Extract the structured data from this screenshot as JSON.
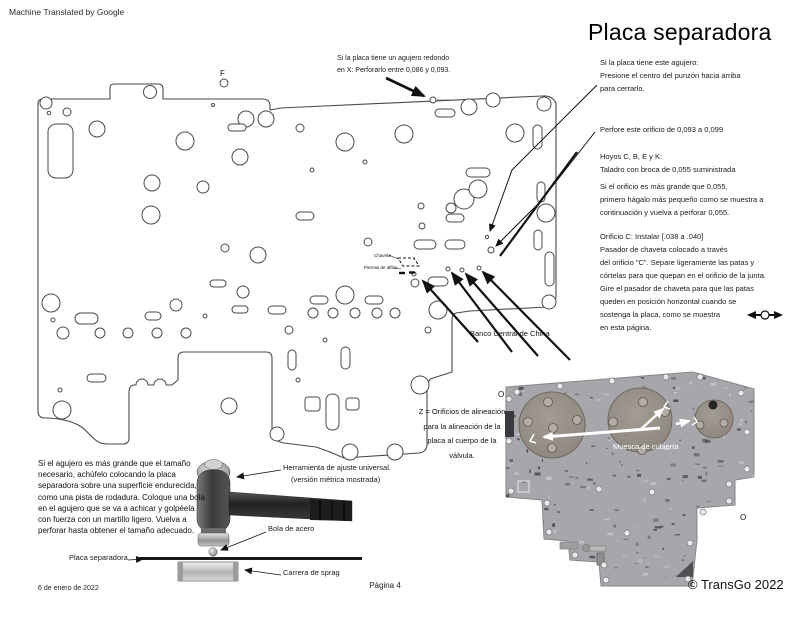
{
  "header": {
    "note": "Machine Translated by Google"
  },
  "title": "Placa separadora",
  "plate": {
    "label_f": "F",
    "annotation_x": [
      "Si la placa tiene un agujero redondo",
      "en X: Perforarlo entre 0,086 y 0,093."
    ],
    "chaveta_label": "Chaveta",
    "piernas_label": "Piernas de alfiler",
    "banco_label": "Banco Central de China"
  },
  "notes": {
    "hole": [
      "Si la placa tiene este agujero:",
      "Presione el centro del punzón hacia arriba",
      "para cerrarlo."
    ],
    "drill": "Perfore este orificio de 0,093 a 0,099",
    "cbek": [
      "Hoyos C, B, E y K:",
      "Taladro con broca de 0,055 suministrada",
      "Si el orificio es más grande que 0,055,",
      "primero hágalo más pequeño como se muestra a",
      "continuación y vuelva a perforar 0,055."
    ],
    "orifice_c": [
      "Orificio C: Instalar [.038 a .040]",
      "Pasador de chaveta colocado a través",
      "del orificio \"C\". Separe ligeramente las patas y",
      "córtelas para que quepan en el orificio de la junta.",
      "Gire el pasador de chaveta para que las patas",
      "queden en posición horizontal cuando se",
      "sostenga la placa, como se muestra",
      "en esta página."
    ]
  },
  "alignment_note": [
    "Z = Orificios de alineación",
    "para la alineación de la",
    "placa al cuerpo de la",
    "válvula."
  ],
  "resize_note": [
    "Si el agujero es más grande que el tamaño",
    "necesario, achúfelo colocando la placa",
    "separadora sobre una superficie endurecida,",
    "como una pista de rodadura. Coloque una bola",
    "en el agujero que se va a achicar y golpéela",
    "con fuerza con un martillo ligero. Vuelva a",
    "perforar hasta obtener el tamaño adecuado."
  ],
  "hammer": {
    "tool_label_line1": "Herramienta de ajuste universal.",
    "tool_label_line2": "(versión métrica mostrada)",
    "ball_label": "Bola de acero",
    "plate_label": "Placa separadora",
    "race_label": "Carrera de sprag"
  },
  "photo": {
    "notch_label": "Muesca de cubierta",
    "marker_top": "O",
    "marker_bottom": "O"
  },
  "footer": {
    "date": "6 de enero de 2022",
    "page": "Página 4",
    "copyright": "© TransGo 2022"
  },
  "colors": {
    "line": "#4a4a4a",
    "photo_base": "#a7a7ab",
    "cover": "#948e85",
    "arrow_white": "#ffffff"
  }
}
